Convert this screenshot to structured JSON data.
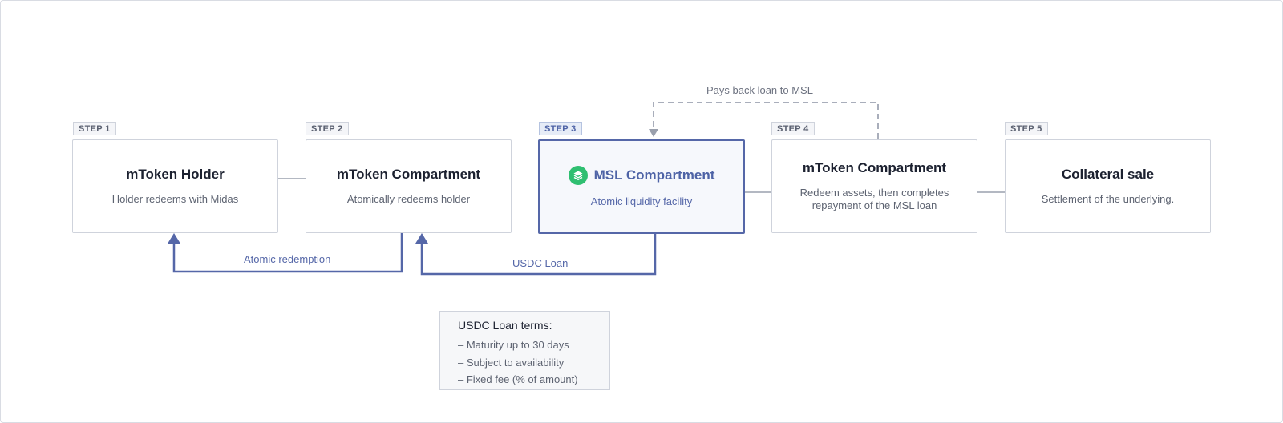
{
  "steps": [
    {
      "label": "STEP 1",
      "title": "mToken Holder",
      "subtitle": "Holder redeems with Midas"
    },
    {
      "label": "STEP 2",
      "title": "mToken Compartment",
      "subtitle": "Atomically redeems holder"
    },
    {
      "label": "STEP 3",
      "title": "MSL Compartment",
      "subtitle": "Atomic liquidity facility",
      "icon": "layers-icon",
      "accent": "#2fbf71"
    },
    {
      "label": "STEP 4",
      "title": "mToken Compartment",
      "subtitle": "Redeem assets, then completes repayment of the MSL loan"
    },
    {
      "label": "STEP 5",
      "title": "Collateral sale",
      "subtitle": "Settlement of the underlying."
    }
  ],
  "flows": {
    "payback": "Pays back loan to MSL",
    "atomic_redemption": "Atomic redemption",
    "usdc_loan": "USDC Loan"
  },
  "loan_terms": {
    "title": "USDC Loan terms:",
    "items": [
      "– Maturity up to 30 days",
      "– Subject to availability",
      "– Fixed fee (% of amount)"
    ]
  },
  "colors": {
    "accent_blue": "#5567a8",
    "connector_gray": "#9aa0ad",
    "dashed_gray": "#a9aebb"
  }
}
